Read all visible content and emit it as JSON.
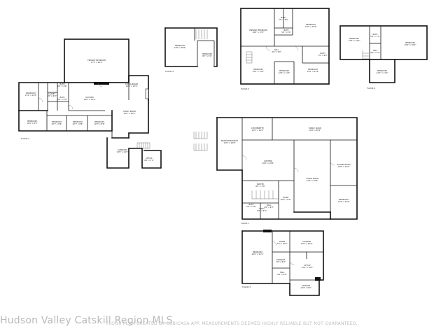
{
  "watermark": "Hudson Valley Catskill Region MLS",
  "disclaimer": "FLOOR PLAN CREATED BY CUBICASA APP. MEASUREMENTS DEEMED HIGHLY RELIABLE BUT NOT GUARANTEED.",
  "floors": {
    "floor2": {
      "label": "FLOOR 2",
      "rooms": {
        "primary": "PRIMARY BEDROOM\n17'2\" x 20'0\"",
        "bath": "BATH\n6'0\" x 8'6\"",
        "closet": "CLOSET\n5'0\" x 6'0\"",
        "bath2": "BATH\n5'0\" x 6'0\"",
        "bedroom_left": "BEDROOM\n11'4\" x 14'0\"",
        "kitchen": "KITCHEN\n16'0\" x 12'0\"",
        "living": "LIVING ROOM\n19'6\" x 13'0\"",
        "family": "FAMILY ROOM\n16'0\" x 16'0\"",
        "bed_a": "BEDROOM\n10'0\" x 8'0\"",
        "bed_b": "BEDROOM\n10'7\" x 8'6\"",
        "bed_c": "BEDROOM\n10'7\" x 8'6\"",
        "bed_d": "BEDROOM\n10'7\" x 8'6\"",
        "sunroom": "SUNROOM\n13'0\" x 14'0\"",
        "office": "OFFICE\n8'0\" x 7'0\""
      }
    },
    "floor4": {
      "label": "FLOOR 4",
      "rooms": {
        "bed1": "BEDROOM\n13'0\" x 18'0\"",
        "bed2": "BEDROOM\n8'7\" x 9'0\""
      }
    },
    "floor5": {
      "label": "FLOOR 5",
      "rooms": {
        "primary": "PRIMARY BEDROOM\n16'6\" x 17'0\"",
        "bath1": "BATH\n7'0\" x 8'0\"",
        "bath2": "BATH\n5'0\" x 6'0\"",
        "bedroom_r": "BEDROOM\n13'0\" x 16'0\"",
        "hall": "HALL\n4'0\" x 9'0\"",
        "bed_bl": "BEDROOM\n12'0\" x 11'0\"",
        "bed_bm": "BEDROOM\n12'0\" x 11'0\"",
        "bed_br": "BEDROOM\n12'0\" x 11'0\"",
        "bath3": "BATH\n7'0\" x 8'0\""
      }
    },
    "floor6": {
      "label": "FLOOR 6",
      "rooms": {
        "bed_l": "BEDROOM\n13'0\" x 12'0\"",
        "bath": "BATH\n5'0\" x 7'0\"",
        "bedroom_r": "BEDROOM\n16'0\" x 16'0\"",
        "hall": "HALL\n4'0\" x 9'0\"",
        "bed_b": "BEDROOM\n12'0\" x 11'0\""
      }
    },
    "floor1": {
      "label": "FLOOR 1",
      "rooms": {
        "mudroom": "MUDROOM/PORCH\n12'0\" x 18'0\"",
        "kitchenette": "KITCHENETTE\n12'0\" x 10'0\"",
        "family": "FAMILY ROOM\n16'0\" x 20'0\"",
        "kitchen": "KITCHEN\n16'0\" x 18'0\"",
        "living": "LIVING ROOM\n17'0\" x 22'0\"",
        "sitting": "SITTING ROOM\n14'0\" x 12'0\"",
        "pantry": "PANTRY\n8'0\" x 5'0\"",
        "bath": "BATH\n5'0\" x 8'0\"",
        "foyer": "FOYER\n10'0\" x 6'0\"",
        "hall": "HALL\n4'0\" x 9'0\"",
        "bath2": "BATH\n5'0\" x 6'0\"",
        "bedroom": "BEDROOM\n11'0\" x 12'0\""
      }
    },
    "floor3": {
      "label": "FLOOR 3",
      "rooms": {
        "bedroom": "BEDROOM\n20'0\" x 21'0\"",
        "room": "ROOM\n7'0\" x 10'0\"",
        "laundry": "LAUNDRY\n12'0\" x 10'0\"",
        "storage1": "STORAGE\n7'0\" x 5'0\"",
        "hall": "HALL\n6'0\" x 9'0\"",
        "office": "OFFICE\n12'0\" x 10'0\"",
        "storage2": "STORAGE\n12'0\" x 5'0\""
      }
    }
  }
}
